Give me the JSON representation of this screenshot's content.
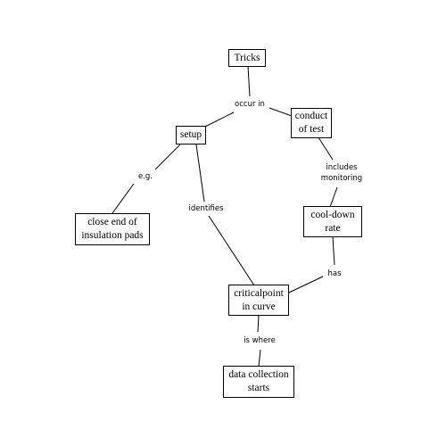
{
  "concepts": {
    "tricks": [
      "Tricks"
    ],
    "setup": [
      "setup"
    ],
    "conduct_of_test": [
      "conduct",
      "of test"
    ],
    "close_end": [
      "close end of",
      "insulation pads"
    ],
    "cool_down_rate": [
      "cool-down",
      "rate"
    ],
    "critical_point": [
      "criticalpoint",
      "in curve"
    ],
    "data_collection": [
      "data collection",
      "starts"
    ]
  },
  "linking_phrases": {
    "occur_in": [
      "occur in"
    ],
    "eg": [
      "e.g."
    ],
    "identifies": [
      "identifies"
    ],
    "includes_monitoring": [
      "includes",
      "monitoring"
    ],
    "has": [
      "has"
    ],
    "is_where": [
      "is where"
    ]
  }
}
